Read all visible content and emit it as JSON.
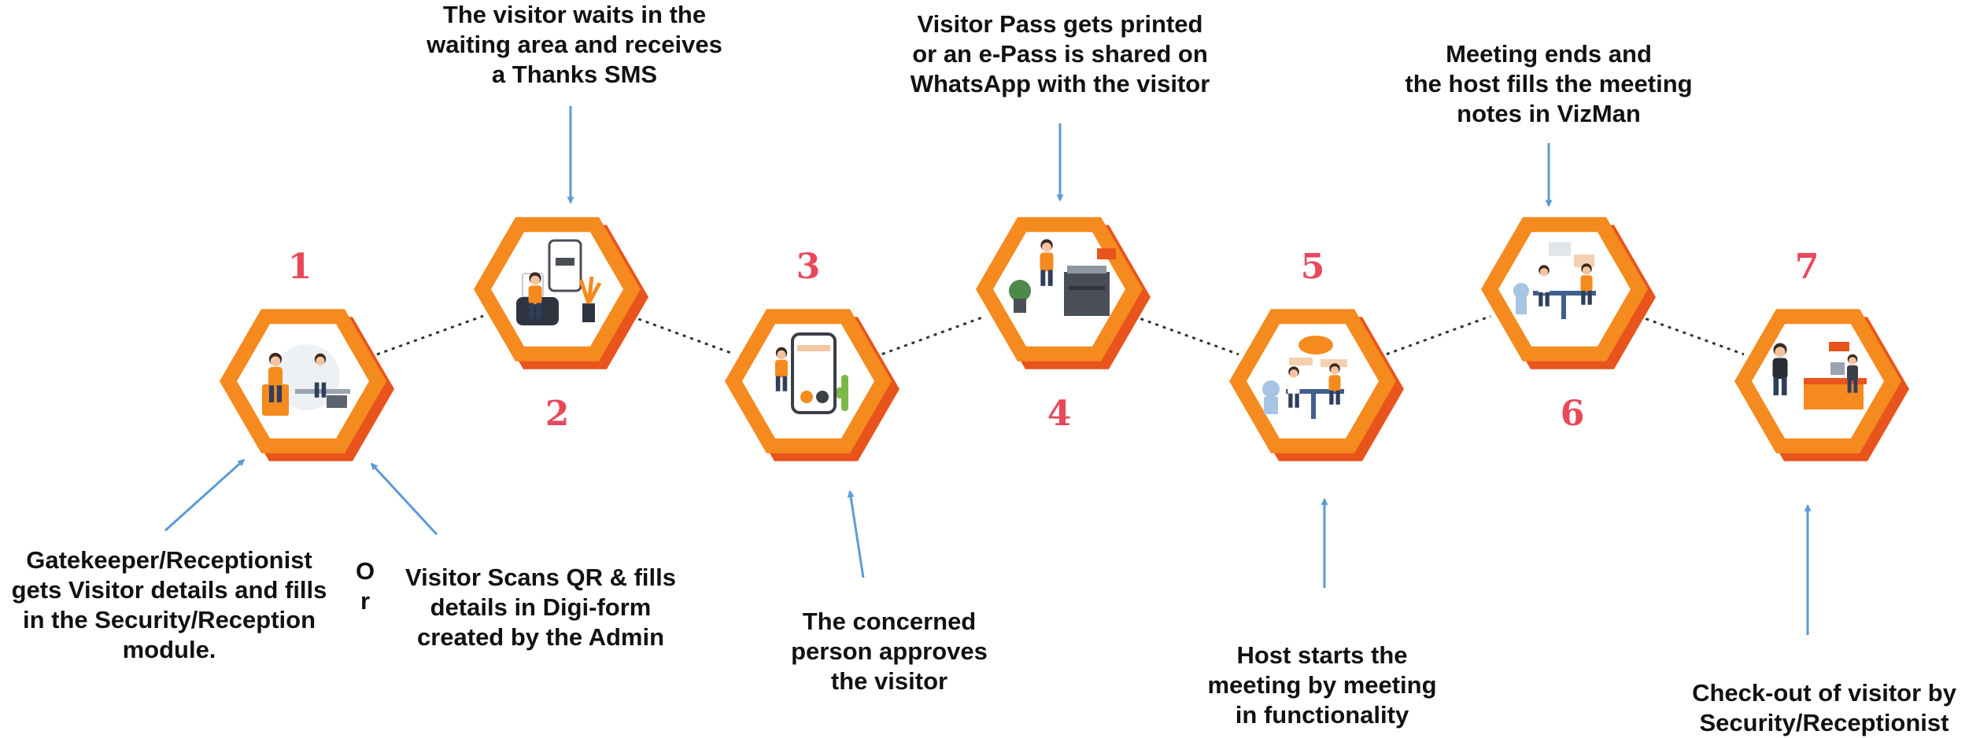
{
  "colors": {
    "hex_outer": "#F58A1F",
    "hex_shadow": "#E9531C",
    "number": "#E8485A",
    "arrow": "#5B9BD5",
    "connector": "#333333",
    "text": "#111111"
  },
  "steps": [
    {
      "number": "1",
      "illustration": "reception-desk-icon",
      "caption_lines": [
        "Gatekeeper/Receptionist",
        "gets Visitor details and fills",
        "in the Security/Reception",
        "module."
      ]
    },
    {
      "number": "2",
      "illustration": "waiting-area-icon",
      "caption_lines": [
        "The visitor waits in the",
        "waiting area and receives",
        "a Thanks SMS"
      ]
    },
    {
      "number": "3",
      "illustration": "phone-approval-icon",
      "caption_lines": [
        "The concerned",
        "person approves",
        "the visitor"
      ]
    },
    {
      "number": "4",
      "illustration": "printer-pass-icon",
      "caption_lines": [
        "Visitor Pass gets printed",
        "or an e-Pass is shared on",
        "WhatsApp with the visitor"
      ]
    },
    {
      "number": "5",
      "illustration": "meeting-start-icon",
      "caption_lines": [
        "Host starts the",
        "meeting by meeting",
        "in functionality"
      ]
    },
    {
      "number": "6",
      "illustration": "meeting-notes-icon",
      "caption_lines": [
        "Meeting ends and",
        "the host fills the meeting",
        "notes in VizMan"
      ]
    },
    {
      "number": "7",
      "illustration": "checkout-desk-icon",
      "caption_lines": [
        "Check-out of visitor by",
        "Security/Receptionist"
      ]
    }
  ],
  "alternate": {
    "or_lines": [
      "O",
      "r"
    ],
    "caption_lines": [
      "Visitor Scans QR & fills",
      "details in Digi-form",
      "created by the Admin"
    ]
  }
}
